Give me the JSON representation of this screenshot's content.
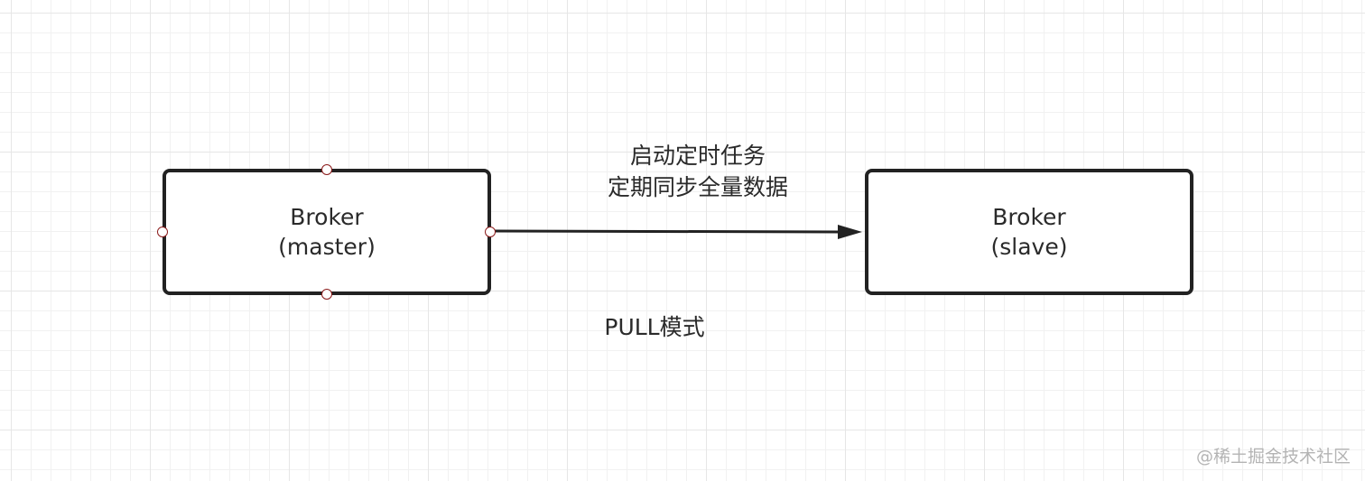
{
  "nodes": {
    "master": {
      "line1": "Broker",
      "line2": "(master)"
    },
    "slave": {
      "line1": "Broker",
      "line2": "(slave)"
    }
  },
  "edge": {
    "label_line1": "启动定时任务",
    "label_line2": "定期同步全量数据",
    "mode_label": "PULL模式"
  },
  "watermark": "@稀土掘金技术社区",
  "colors": {
    "border": "#222222",
    "handle": "#8b1a1a",
    "grid": "#e6e6e6",
    "watermark": "#b4b4b4"
  }
}
